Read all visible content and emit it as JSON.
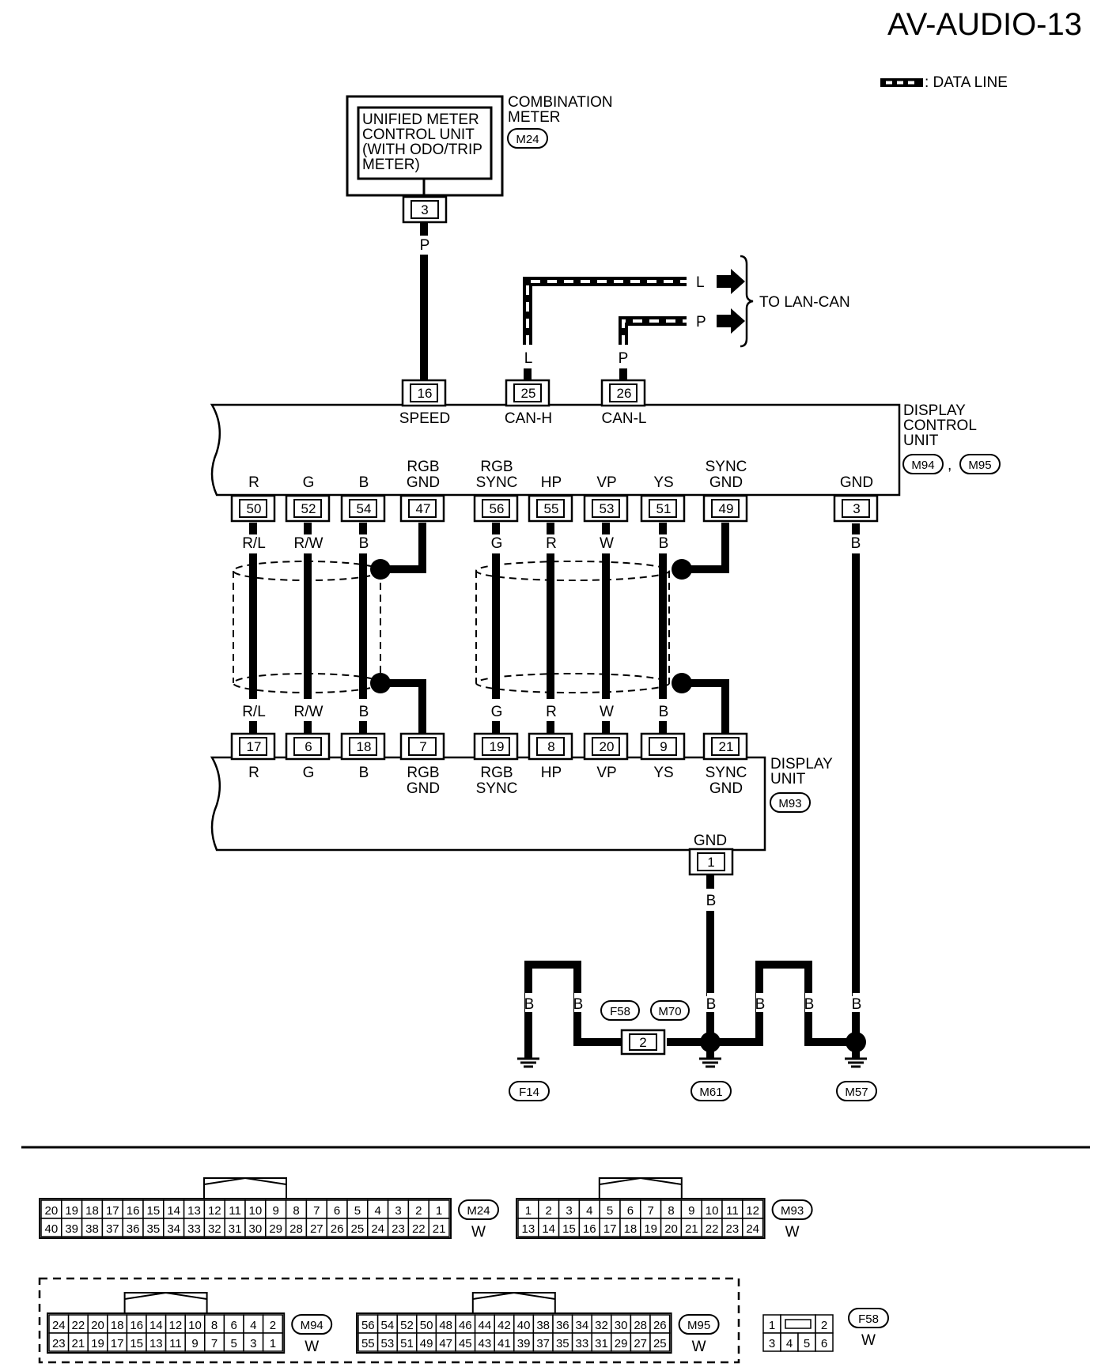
{
  "page_id": "AV-AUDIO-13",
  "legend": {
    "data_line": ": DATA LINE"
  },
  "combination_meter": {
    "name": [
      "COMBINATION",
      "METER"
    ],
    "connector": "M24",
    "inner": [
      "UNIFIED METER",
      "CONTROL UNIT",
      "(WITH ODO/TRIP",
      "METER)"
    ],
    "pin": "3",
    "wire": "P"
  },
  "lan_can": {
    "label": "TO LAN-CAN",
    "wire_h": "L",
    "wire_l": "P"
  },
  "display_control_unit": {
    "name": [
      "DISPLAY",
      "CONTROL",
      "UNIT"
    ],
    "connectors": [
      "M94",
      "M95"
    ],
    "sep": ",",
    "top_pins": [
      {
        "pin": "16",
        "label": "SPEED",
        "wire": "P"
      },
      {
        "pin": "25",
        "label": "CAN-H",
        "wire": "L"
      },
      {
        "pin": "26",
        "label": "CAN-L",
        "wire": "P"
      }
    ],
    "bottom_pins": [
      {
        "pin": "50",
        "label": [
          "R"
        ],
        "wire": "R/L"
      },
      {
        "pin": "52",
        "label": [
          "G"
        ],
        "wire": "R/W"
      },
      {
        "pin": "54",
        "label": [
          "B"
        ],
        "wire": "B"
      },
      {
        "pin": "47",
        "label": [
          "RGB",
          "GND"
        ],
        "wire": ""
      },
      {
        "pin": "56",
        "label": [
          "RGB",
          "SYNC"
        ],
        "wire": "G"
      },
      {
        "pin": "55",
        "label": [
          "HP"
        ],
        "wire": "R"
      },
      {
        "pin": "53",
        "label": [
          "VP"
        ],
        "wire": "W"
      },
      {
        "pin": "51",
        "label": [
          "YS"
        ],
        "wire": "B"
      },
      {
        "pin": "49",
        "label": [
          "SYNC",
          "GND"
        ],
        "wire": ""
      },
      {
        "pin": "3",
        "label": [
          "GND"
        ],
        "wire": "B"
      }
    ]
  },
  "display_unit": {
    "name": [
      "DISPLAY",
      "UNIT"
    ],
    "connector": "M93",
    "top_pins": [
      {
        "pin": "17",
        "label": [
          "R"
        ],
        "wire": "R/L"
      },
      {
        "pin": "6",
        "label": [
          "G"
        ],
        "wire": "R/W"
      },
      {
        "pin": "18",
        "label": [
          "B"
        ],
        "wire": "B"
      },
      {
        "pin": "7",
        "label": [
          "RGB",
          "GND"
        ],
        "wire": ""
      },
      {
        "pin": "19",
        "label": [
          "RGB",
          "SYNC"
        ],
        "wire": "G"
      },
      {
        "pin": "8",
        "label": [
          "HP"
        ],
        "wire": "R"
      },
      {
        "pin": "20",
        "label": [
          "VP"
        ],
        "wire": "W"
      },
      {
        "pin": "9",
        "label": [
          "YS"
        ],
        "wire": "B"
      },
      {
        "pin": "21",
        "label": [
          "SYNC",
          "GND"
        ],
        "wire": ""
      }
    ],
    "gnd": {
      "pin": "1",
      "label": "GND",
      "wire": "B"
    }
  },
  "grounds": {
    "wire_labels": [
      "B",
      "B",
      "B",
      "B",
      "B",
      "B"
    ],
    "joint_connectors": [
      "F58",
      "M70"
    ],
    "joint_pin": "2",
    "points": [
      "F14",
      "M61",
      "M57"
    ]
  },
  "connector_faces": {
    "m24": {
      "name": "M24",
      "color": "W",
      "top": [
        "20",
        "19",
        "18",
        "17",
        "16",
        "15",
        "14",
        "13",
        "12",
        "11",
        "10",
        "9",
        "8",
        "7",
        "6",
        "5",
        "4",
        "3",
        "2",
        "1"
      ],
      "bottom": [
        "40",
        "39",
        "38",
        "37",
        "36",
        "35",
        "34",
        "33",
        "32",
        "31",
        "30",
        "29",
        "28",
        "27",
        "26",
        "25",
        "24",
        "23",
        "22",
        "21"
      ]
    },
    "m93": {
      "name": "M93",
      "color": "W",
      "top": [
        "1",
        "2",
        "3",
        "4",
        "5",
        "6",
        "7",
        "8",
        "9",
        "10",
        "11",
        "12"
      ],
      "bottom": [
        "13",
        "14",
        "15",
        "16",
        "17",
        "18",
        "19",
        "20",
        "21",
        "22",
        "23",
        "24"
      ]
    },
    "m94": {
      "name": "M94",
      "color": "W",
      "top": [
        "24",
        "22",
        "20",
        "18",
        "16",
        "14",
        "12",
        "10",
        "8",
        "6",
        "4",
        "2"
      ],
      "bottom": [
        "23",
        "21",
        "19",
        "17",
        "15",
        "13",
        "11",
        "9",
        "7",
        "5",
        "3",
        "1"
      ]
    },
    "m95": {
      "name": "M95",
      "color": "W",
      "top": [
        "56",
        "54",
        "52",
        "50",
        "48",
        "46",
        "44",
        "42",
        "40",
        "38",
        "36",
        "34",
        "32",
        "30",
        "28",
        "26"
      ],
      "bottom": [
        "55",
        "53",
        "51",
        "49",
        "47",
        "45",
        "43",
        "41",
        "39",
        "37",
        "35",
        "33",
        "31",
        "29",
        "27",
        "25"
      ]
    },
    "f58": {
      "name": "F58",
      "color": "W",
      "top": [
        "1",
        "2"
      ],
      "bottom": [
        "3",
        "4",
        "5",
        "6"
      ]
    }
  }
}
